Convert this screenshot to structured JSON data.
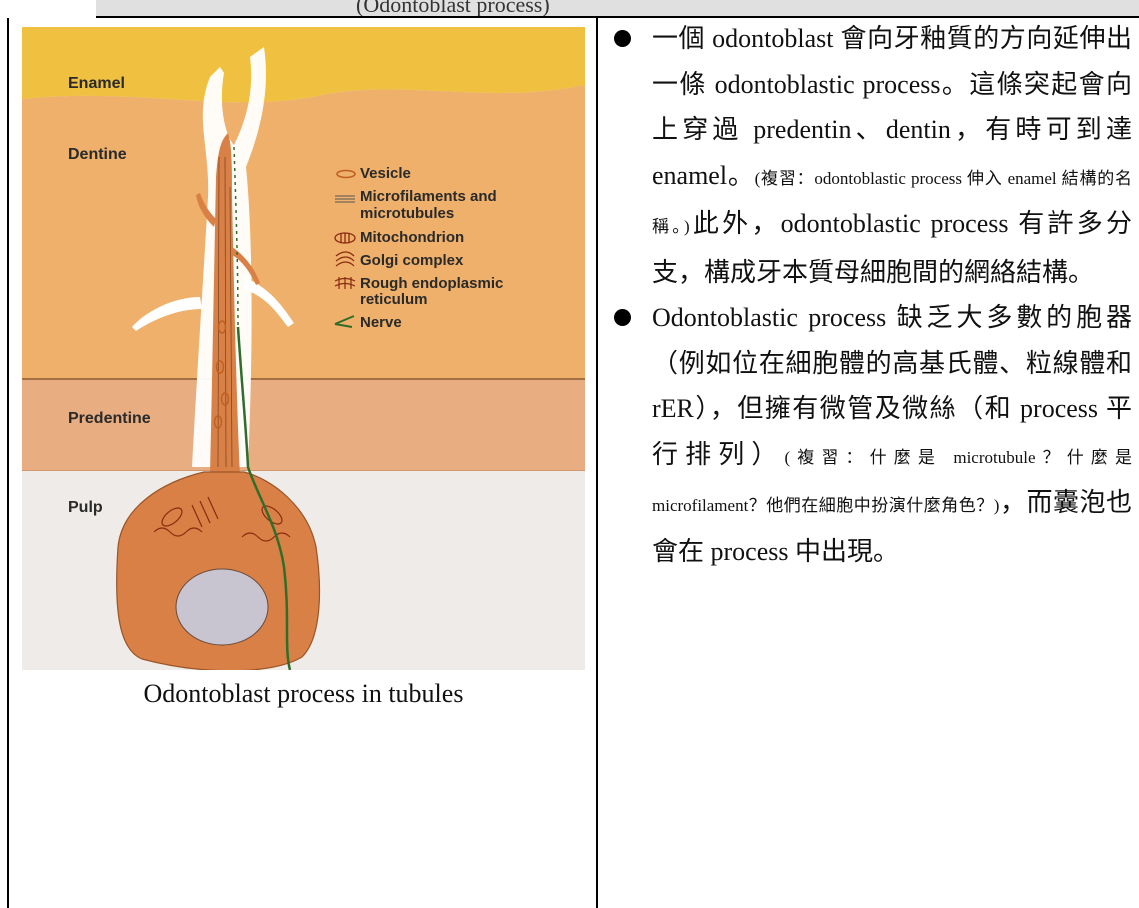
{
  "header": {
    "fragment": "(Odontoblast process)"
  },
  "figure": {
    "layers": {
      "enamel": "Enamel",
      "dentine": "Dentine",
      "predentine": "Predentine",
      "pulp": "Pulp"
    },
    "legend": [
      {
        "icon": "vesicle-icon",
        "text": "Vesicle"
      },
      {
        "icon": "microfilaments-icon",
        "text": "Microfilaments and"
      },
      {
        "icon": "none",
        "text": "microtubules"
      },
      {
        "icon": "mitochondrion-icon",
        "text": "Mitochondrion"
      },
      {
        "icon": "golgi-icon",
        "text": "Golgi complex"
      },
      {
        "icon": "rer-icon",
        "text": "Rough endoplasmic"
      },
      {
        "icon": "none",
        "text": "reticulum"
      },
      {
        "icon": "nerve-icon",
        "text": "Nerve"
      }
    ],
    "colors": {
      "enamel": "#f0c040",
      "dentine": "#eeb06a",
      "predentine": "#e8ad80",
      "cell": "#d98046",
      "nucleus": "#c8c4d0",
      "nerve": "#2e6e2a"
    }
  },
  "caption": "Odontoblast process in tubules",
  "bullets": [
    {
      "text1": "一個 odontoblast 會向牙釉質的方向延伸出一條 odontoblastic process。這條突起會向上穿過 predentin、dentin，有時可到達 enamel。",
      "note": "(複習：odontoblastic process 伸入 enamel 結構的名稱。)",
      "text2": "此外，odontoblastic process 有許多分支，構成牙本質母細胞間的網絡結構。"
    },
    {
      "text1": "Odontoblastic process 缺乏大多數的胞器（例如位在細胞體的高基氏體、粒線體和 rER），但擁有微管及微絲（和 process 平行排列）",
      "note": "(複習：什麼是 microtubule？什麼是 microfilament？他們在細胞中扮演什麼角色？)",
      "text2": "，而囊泡也會在 process 中出現。"
    }
  ]
}
